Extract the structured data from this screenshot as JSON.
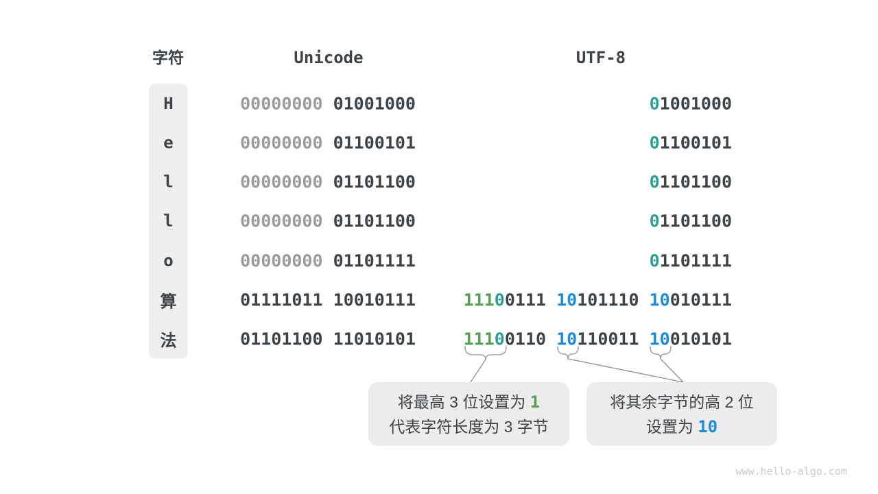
{
  "header": {
    "char": "字符",
    "unicode": "Unicode",
    "utf8": "UTF-8"
  },
  "colors": {
    "dark": "#3e4347",
    "gray": "#9b9b9b",
    "green": "#55a053",
    "teal": "#2d9e94",
    "blue": "#1d8ce0",
    "line": "#8f8f8f",
    "column_bg": "#efefef",
    "callout_bg": "#ececec"
  },
  "rows": [
    {
      "char": "H",
      "unicode": [
        [
          "gray",
          "00000000 "
        ],
        [
          "dark",
          "01001000"
        ]
      ],
      "utf8": [
        [
          "teal",
          "0"
        ],
        [
          "dark",
          "1001000"
        ]
      ]
    },
    {
      "char": "e",
      "unicode": [
        [
          "gray",
          "00000000 "
        ],
        [
          "dark",
          "01100101"
        ]
      ],
      "utf8": [
        [
          "teal",
          "0"
        ],
        [
          "dark",
          "1100101"
        ]
      ]
    },
    {
      "char": "l",
      "unicode": [
        [
          "gray",
          "00000000 "
        ],
        [
          "dark",
          "01101100"
        ]
      ],
      "utf8": [
        [
          "teal",
          "0"
        ],
        [
          "dark",
          "1101100"
        ]
      ]
    },
    {
      "char": "l",
      "unicode": [
        [
          "gray",
          "00000000 "
        ],
        [
          "dark",
          "01101100"
        ]
      ],
      "utf8": [
        [
          "teal",
          "0"
        ],
        [
          "dark",
          "1101100"
        ]
      ]
    },
    {
      "char": "o",
      "unicode": [
        [
          "gray",
          "00000000 "
        ],
        [
          "dark",
          "01101111"
        ]
      ],
      "utf8": [
        [
          "teal",
          "0"
        ],
        [
          "dark",
          "1101111"
        ]
      ]
    },
    {
      "char": "算",
      "unicode": [
        [
          "dark",
          "01111011 10010111"
        ]
      ],
      "utf8": [
        [
          "green",
          "111"
        ],
        [
          "teal",
          "0"
        ],
        [
          "dark",
          "0111 "
        ],
        [
          "blue",
          "10"
        ],
        [
          "dark",
          "101110 "
        ],
        [
          "blue",
          "10"
        ],
        [
          "dark",
          "010111"
        ]
      ]
    },
    {
      "char": "法",
      "unicode": [
        [
          "dark",
          "01101100 11010101"
        ]
      ],
      "utf8": [
        [
          "green",
          "111"
        ],
        [
          "teal",
          "0"
        ],
        [
          "dark",
          "0110 "
        ],
        [
          "blue",
          "10"
        ],
        [
          "dark",
          "110011 "
        ],
        [
          "blue",
          "10"
        ],
        [
          "dark",
          "010101"
        ]
      ]
    }
  ],
  "callouts": {
    "left": {
      "line1_text": "将最高 3 位设置为 ",
      "line1_em": "1",
      "line2": "代表字符长度为 3 字节"
    },
    "right": {
      "line1": "将其余字节的高 2 位",
      "line2_text": "设置为 ",
      "line2_em": "10"
    }
  },
  "watermark": "www.hello-algo.com"
}
